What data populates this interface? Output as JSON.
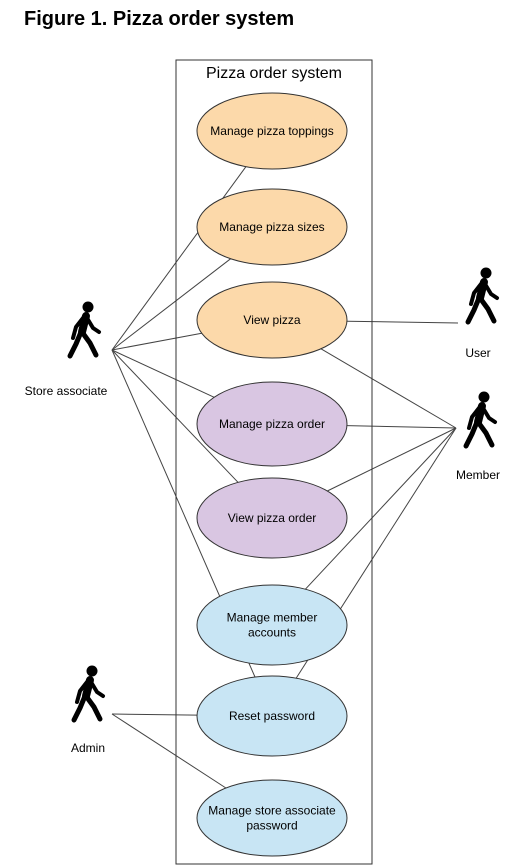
{
  "figure_title": "Figure 1. Pizza order system",
  "system": {
    "title": "Pizza order system"
  },
  "colors": {
    "orange": "#fcd9aa",
    "purple": "#d9c6e2",
    "blue": "#c8e5f4",
    "stroke": "#333333",
    "line": "#444444"
  },
  "use_cases": [
    {
      "id": "toppings",
      "lines": [
        "Manage pizza toppings"
      ],
      "color": "orange"
    },
    {
      "id": "sizes",
      "lines": [
        "Manage pizza sizes"
      ],
      "color": "orange"
    },
    {
      "id": "view-pizza",
      "lines": [
        "View pizza"
      ],
      "color": "orange"
    },
    {
      "id": "manage-order",
      "lines": [
        "Manage pizza order"
      ],
      "color": "purple"
    },
    {
      "id": "view-order",
      "lines": [
        "View pizza order"
      ],
      "color": "purple"
    },
    {
      "id": "member-accounts",
      "lines": [
        "Manage member",
        "accounts"
      ],
      "color": "blue"
    },
    {
      "id": "reset-password",
      "lines": [
        "Reset password"
      ],
      "color": "blue"
    },
    {
      "id": "associate-password",
      "lines": [
        "Manage store associate",
        "password"
      ],
      "color": "blue"
    }
  ],
  "actors": [
    {
      "id": "store-associate",
      "label": "Store associate"
    },
    {
      "id": "user",
      "label": "User"
    },
    {
      "id": "member",
      "label": "Member"
    },
    {
      "id": "admin",
      "label": "Admin"
    }
  ],
  "associations": [
    [
      "store-associate",
      "toppings"
    ],
    [
      "store-associate",
      "sizes"
    ],
    [
      "store-associate",
      "view-pizza"
    ],
    [
      "store-associate",
      "manage-order"
    ],
    [
      "store-associate",
      "view-order"
    ],
    [
      "store-associate",
      "reset-password"
    ],
    [
      "user",
      "view-pizza"
    ],
    [
      "member",
      "view-pizza"
    ],
    [
      "member",
      "manage-order"
    ],
    [
      "member",
      "view-order"
    ],
    [
      "member",
      "member-accounts"
    ],
    [
      "member",
      "reset-password"
    ],
    [
      "admin",
      "reset-password"
    ],
    [
      "admin",
      "associate-password"
    ]
  ]
}
